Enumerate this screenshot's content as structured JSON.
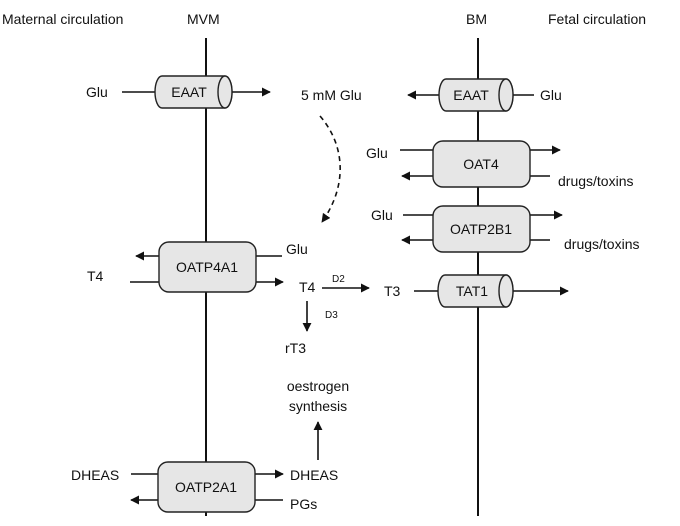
{
  "headers": {
    "maternal": "Maternal circulation",
    "mvm": "MVM",
    "bm": "BM",
    "fetal": "Fetal circulation"
  },
  "transporters": {
    "eaat_mvm": "EAAT",
    "eaat_bm": "EAAT",
    "oat4": "OAT4",
    "oatp2b1": "OATP2B1",
    "tat1": "TAT1",
    "oatp4a1": "OATP4A1",
    "oatp2a1": "OATP2A1"
  },
  "labels": {
    "glu_maternal": "Glu",
    "five_mm_glu": "5 mM Glu",
    "glu_bm_fetal": "Glu",
    "glu_oat4": "Glu",
    "drugs_oat4": "drugs/toxins",
    "glu_oatp2b1": "Glu",
    "drugs_oatp2b1": "drugs/toxins",
    "glu_oatp4a1": "Glu",
    "t4_maternal": "T4",
    "t4_inner": "T4",
    "d2": "D2",
    "t3": "T3",
    "d3": "D3",
    "rt3": "rT3",
    "oestrogen_line1": "oestrogen",
    "oestrogen_line2": "synthesis",
    "dheas_maternal": "DHEAS",
    "dheas_inner": "DHEAS",
    "pgs": "PGs"
  },
  "colors": {
    "box_fill": "#e6e6e6",
    "stroke": "#111111"
  }
}
